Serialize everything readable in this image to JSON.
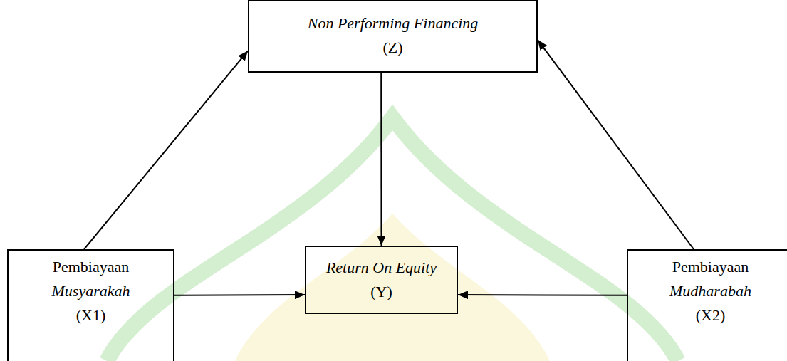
{
  "diagram": {
    "nodes": [
      {
        "text": [
          "Non Performing Financing",
          "(Z)"
        ]
      },
      {
        "text": [
          "Pembiayaan",
          "Musyarakah",
          "(X1)"
        ]
      },
      {
        "text": [
          "Return On Equity",
          "(Y)"
        ]
      },
      {
        "text": [
          "Pembiayaan",
          "Mudharabah",
          "(X2)"
        ]
      }
    ],
    "edges": [
      {
        "from": 1,
        "to": 0,
        "arrow": "to"
      },
      {
        "from": 0,
        "to": 2,
        "arrow": "to"
      },
      {
        "from": 1,
        "to": 2,
        "arrow": "to"
      },
      {
        "from": 3,
        "to": 2,
        "arrow": "to"
      },
      {
        "from": 3,
        "to": 0,
        "arrow": "to"
      }
    ]
  }
}
